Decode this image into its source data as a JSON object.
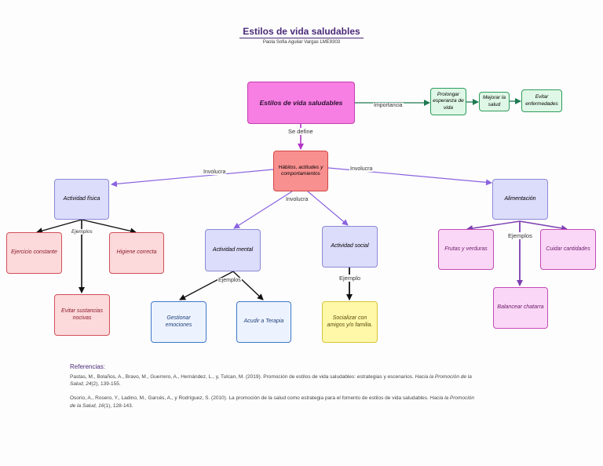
{
  "header": {
    "title": "Estilos de vida saludables",
    "author": "Paola Sofia Aguilar Vargas LME9303"
  },
  "nodes": {
    "main": "Estilos de vida saludables",
    "prolongar": "Prolongar esperanza de vida",
    "mejorar": "Mejorar la salud",
    "evitar_enf": "Evitar enfermedades",
    "habitos": "Hábitos, actitudes y comportamientos",
    "act_fisica": "Actividad física",
    "alimentacion": "Alimentación",
    "ejercicio": "Ejercicio constante",
    "higiene": "Higiene correcta",
    "sustancias": "Evitar sustancias nocivas",
    "act_mental": "Actividad mental",
    "act_social": "Actividad social",
    "emociones": "Gestionar emociones",
    "terapia": "Acudir a Terapia",
    "socializar": "Socializar con amigos y/o familia.",
    "frutas": "Frutas y verduras",
    "cantidades": "Cuidar cantidades",
    "chatarra": "Balancear chatarra"
  },
  "labels": {
    "importancia": "Importancia",
    "se_define": "Se define",
    "involucra_left": "Involucra",
    "involucra_right": "Involucra",
    "involucra_mid": "Involucra",
    "ejemplos_fisica": "Ejemplos",
    "ejemplos_mental": "Ejemplos",
    "ejemplo_social": "Ejemplo",
    "ejemplos_alim": "Ejemplos"
  },
  "references": {
    "heading": "Referencias:",
    "ref1_text": "Pastas, M., Bolaños, A., Bravo, M., Guerrero, A., Hernández, L., y, Tulcan, M. (2019). Promoción de estilos de vida saludables: estrategias y escenarios.",
    "ref1_journal": "Hacia la Promoción de la Salud, 24",
    "ref1_tail": "(2), 139-155.",
    "ref2_text": "Osorio, A., Rosero, Y., Ladino, M., Garcés, A., y Rodríguez, S. (2010). La promoción de la salud como estrategia para el fomento de estilos de vida saludables.",
    "ref2_journal": "Hacia la Promoción de la Salud, 16",
    "ref2_tail": "(1), 128-143."
  },
  "colors": {
    "main_fill": "#f77fe3",
    "main_border": "#c23fb0",
    "green_fill": "#dff7e6",
    "green_border": "#2e9c5c",
    "red_fill": "#f8908f",
    "red_border": "#d04545",
    "lav_fill": "#dcdcfb",
    "lav_border": "#8a8ad6",
    "pink_fill": "#fcd9da",
    "pink_border": "#d1505a",
    "blue_fill": "#edf3fe",
    "blue_border": "#3f78c8",
    "yellow_fill": "#fff8a8",
    "yellow_border": "#d8c43a",
    "mag_fill": "#fad7f6",
    "mag_border": "#c54ab6",
    "purple_line": "#8a63e0",
    "magenta_line": "#c23fd0"
  }
}
